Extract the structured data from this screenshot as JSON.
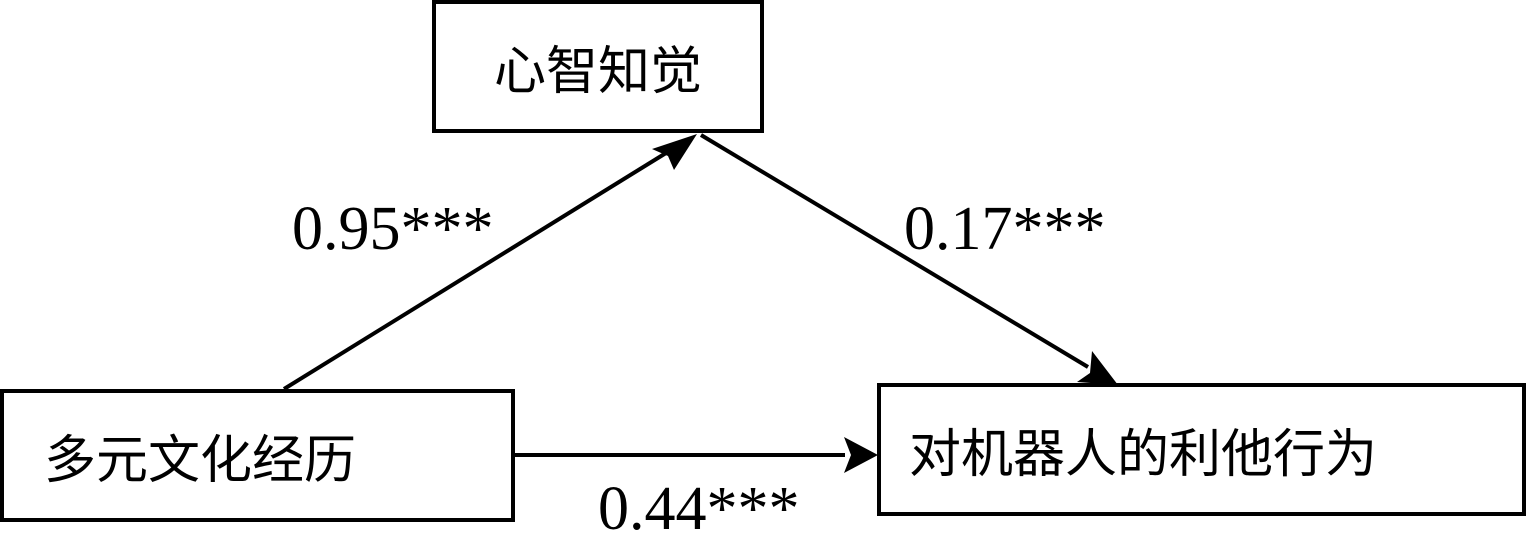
{
  "diagram": {
    "type": "mediation-model",
    "nodes": {
      "independent": {
        "label": "多元文化经历",
        "role": "X"
      },
      "mediator": {
        "label": "心智知觉",
        "role": "M"
      },
      "dependent": {
        "label": "对机器人的利他行为",
        "role": "Y"
      }
    },
    "paths": [
      {
        "id": "a",
        "from": "independent",
        "to": "mediator",
        "coefficient": "0.95***"
      },
      {
        "id": "b",
        "from": "mediator",
        "to": "dependent",
        "coefficient": "0.17***"
      },
      {
        "id": "c",
        "from": "independent",
        "to": "dependent",
        "coefficient": "0.44***"
      }
    ],
    "colors": {
      "stroke": "#000000",
      "background": "#ffffff",
      "text": "#000000"
    }
  }
}
